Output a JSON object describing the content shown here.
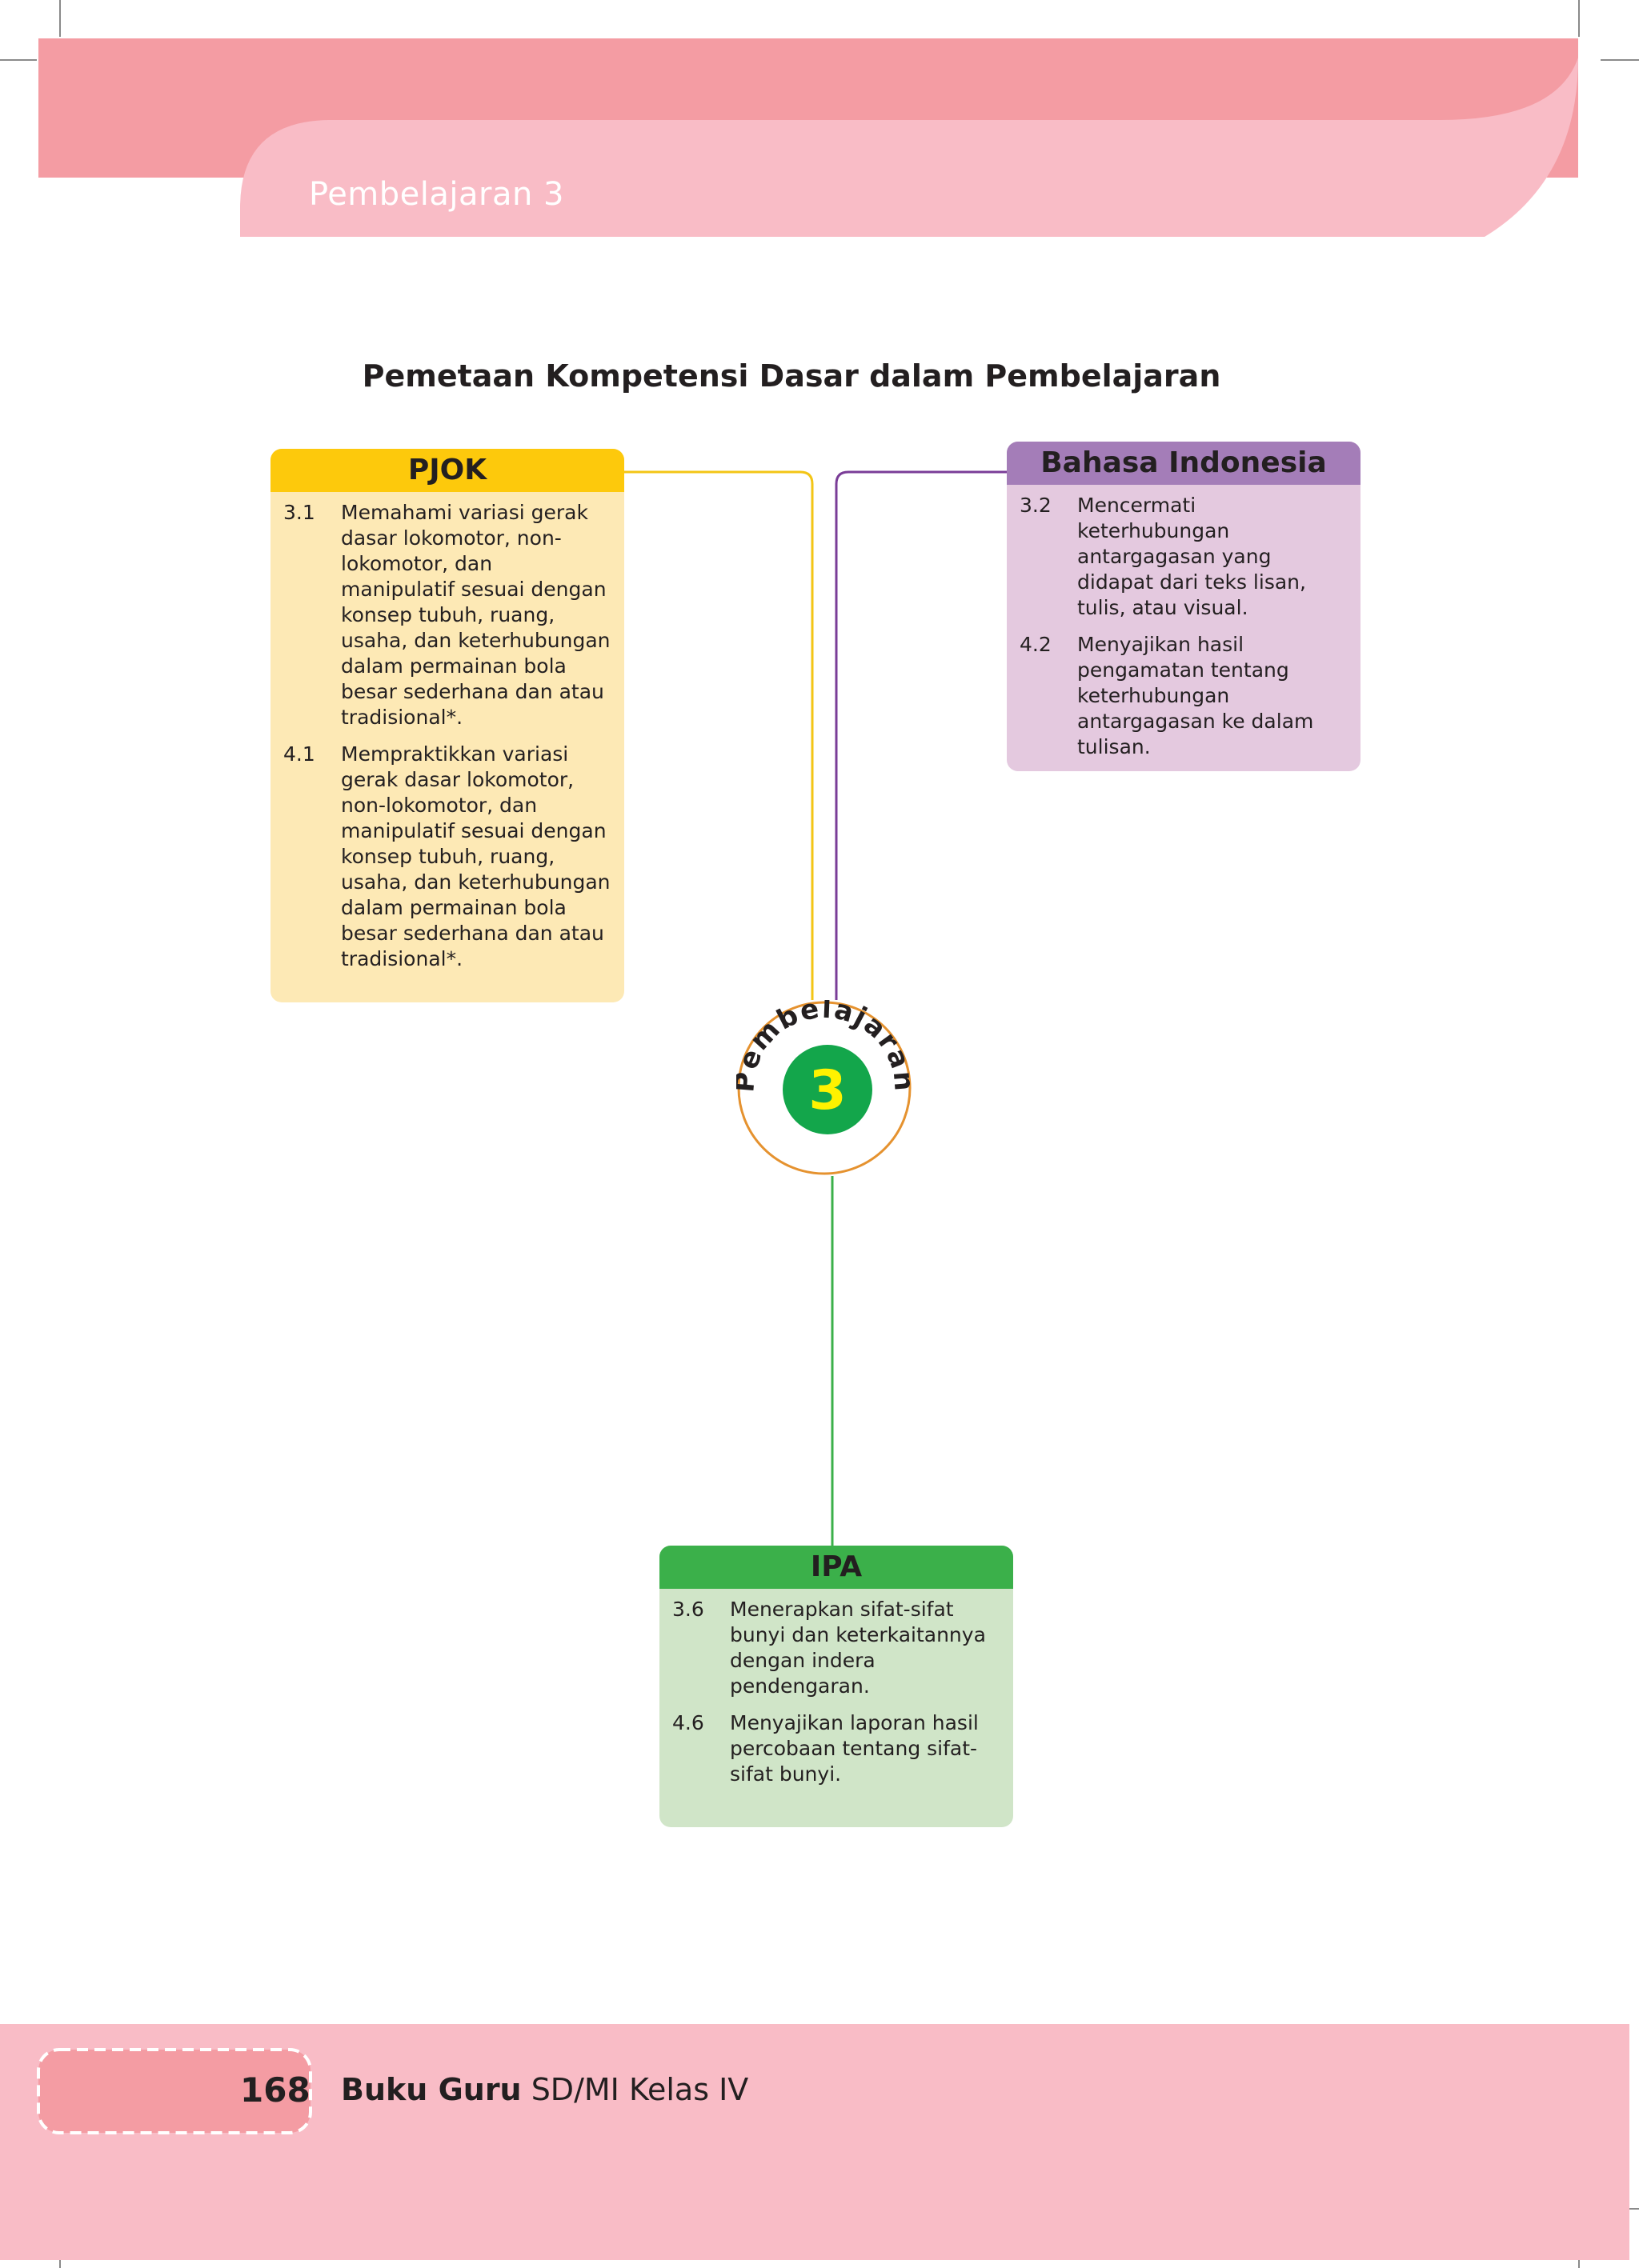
{
  "header": {
    "section_label": "Pembelajaran 3",
    "colors": {
      "band_dark": "#f49ca3",
      "band_light": "#f9bcc6"
    }
  },
  "map": {
    "title": "Pemetaan Kompetensi Dasar dalam Pembelajaran",
    "hub": {
      "ring_text": "Pembelajaran",
      "number": "3",
      "hub_color": "#13a64b",
      "number_color": "#fff200",
      "ring_color": "#e5922f"
    },
    "subjects": [
      {
        "name": "PJOK",
        "color": "#fdc90c",
        "items": [
          {
            "code": "3.1",
            "text": "Memahami variasi gerak dasar lokomotor, non-lokomotor, dan manipulatif sesuai dengan konsep tubuh, ruang, usaha, dan keterhubungan dalam permainan bola besar sederhana dan atau tradisional*."
          },
          {
            "code": "4.1",
            "text": "Mempraktikkan variasi gerak dasar lokomotor, non-lokomotor, dan manipulatif sesuai dengan konsep tubuh, ruang, usaha, dan keterhubungan dalam permainan bola besar sederhana dan atau tradisional*."
          }
        ]
      },
      {
        "name": "Bahasa Indonesia",
        "color": "#a47db8",
        "items": [
          {
            "code": "3.2",
            "text": "Mencermati keterhubungan antargagasan yang didapat dari teks lisan, tulis, atau visual."
          },
          {
            "code": "4.2",
            "text": "Menyajikan hasil pengamatan tentang keterhubungan antargagasan ke dalam tulisan."
          }
        ]
      },
      {
        "name": "IPA",
        "color": "#3bb04a",
        "items": [
          {
            "code": "3.6",
            "text": "Menerapkan sifat-sifat bunyi dan keterkaitannya dengan indera pendengaran."
          },
          {
            "code": "4.6",
            "text": "Menyajikan laporan hasil percobaan tentang sifat-sifat bunyi."
          }
        ]
      }
    ]
  },
  "footer": {
    "page_number": "168",
    "book_title_bold": "Buku Guru",
    "book_title_rest": " SD/MI Kelas IV"
  }
}
